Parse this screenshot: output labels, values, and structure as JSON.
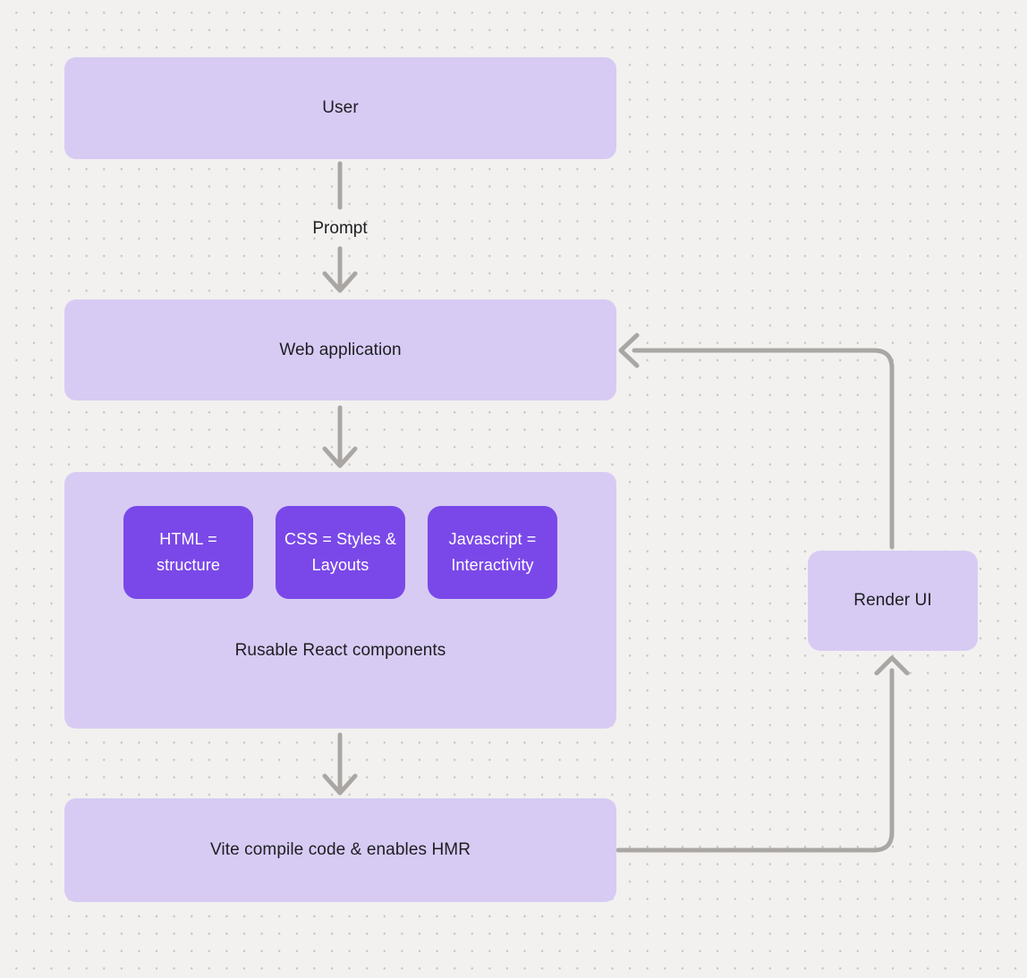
{
  "colors": {
    "bg": "#f2f1ef",
    "dot": "#c6c3c0",
    "box_light": "#d7cbf4",
    "box_accent": "#7a48e8",
    "arrow": "#a9a6a3",
    "text_dark": "#1e1e20",
    "text_light": "#ffffff"
  },
  "nodes": {
    "user": {
      "label": "User"
    },
    "web_app": {
      "label": "Web application"
    },
    "components_group": {
      "caption": "Rusable React components",
      "children": [
        {
          "label": "HTML = structure"
        },
        {
          "label": "CSS = Styles & Layouts"
        },
        {
          "label": "Javascript = Interactivity"
        }
      ]
    },
    "vite": {
      "label": "Vite compile code & enables HMR"
    },
    "render_ui": {
      "label": "Render UI"
    }
  },
  "edges": {
    "prompt_label": "Prompt",
    "connections": [
      {
        "from": "User",
        "to": "Web application",
        "label": "Prompt",
        "direction": "down"
      },
      {
        "from": "Web application",
        "to": "Rusable React components",
        "direction": "down"
      },
      {
        "from": "Rusable React components",
        "to": "Vite compile code & enables HMR",
        "direction": "down"
      },
      {
        "from": "Vite compile code & enables HMR",
        "to": "Render UI",
        "direction": "right-then-up"
      },
      {
        "from": "Render UI",
        "to": "Web application",
        "direction": "up-then-left"
      }
    ]
  }
}
